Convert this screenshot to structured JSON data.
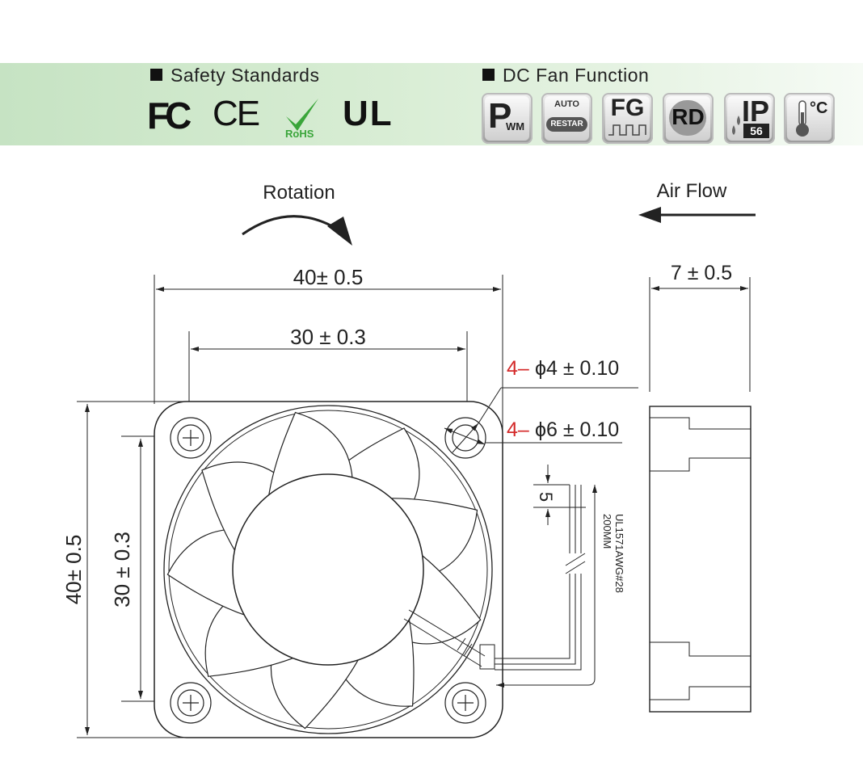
{
  "header": {
    "safety_title": "Safety Standards",
    "dc_title": "DC Fan Function",
    "certs": [
      "FC",
      "CE",
      "RoHS",
      "UL"
    ],
    "features": [
      {
        "name": "pwm-icon",
        "line1": "P",
        "line2": "WM"
      },
      {
        "name": "auto-restart-icon",
        "line1": "AUTO",
        "line2": "RESTAR"
      },
      {
        "name": "fg-icon",
        "line1": "FG",
        "line2": ""
      },
      {
        "name": "rd-icon",
        "line1": "RD",
        "line2": ""
      },
      {
        "name": "ip56-icon",
        "line1": "IP",
        "line2": "56"
      },
      {
        "name": "temperature-icon",
        "line1": "°C",
        "line2": ""
      }
    ]
  },
  "labels": {
    "rotation": "Rotation",
    "air_flow": "Air Flow",
    "width_outer": "40± 0.5",
    "width_inner": "30 ± 0.3",
    "height_outer": "40± 0.5",
    "height_inner": "30 ± 0.3",
    "thickness": "7 ± 0.5",
    "hole_qty": "4–",
    "hole_small": "ϕ4 ± 0.10",
    "hole_large": "ϕ6 ± 0.10",
    "wire_offset": "5",
    "wire_spec": "UL1571AWG#28",
    "wire_length": "200MM"
  },
  "colors": {
    "accent_red": "#d42a2a",
    "rohs_green": "#3aa53a"
  }
}
